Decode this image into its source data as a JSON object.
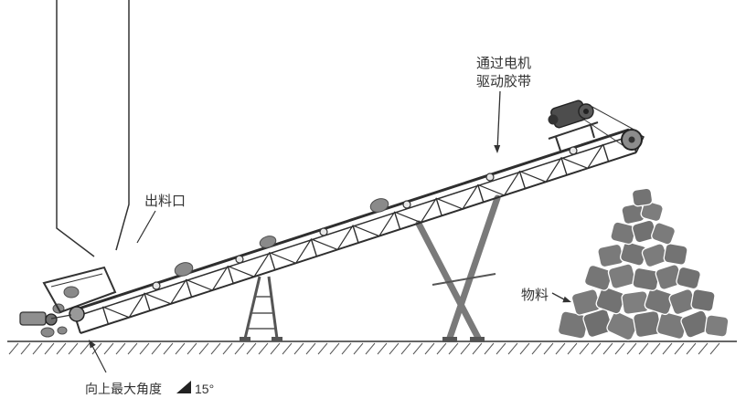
{
  "labels": {
    "motor_line1": "通过电机",
    "motor_line2": "驱动胶带",
    "outlet": "出料口",
    "material": "物料",
    "angle_prefix": "向上最大角度",
    "angle_value": "15°"
  },
  "colors": {
    "line": "#333333",
    "structure": "#2e2e2e",
    "support": "#7a7a7a",
    "rock": "#767676",
    "background": "#ffffff"
  }
}
